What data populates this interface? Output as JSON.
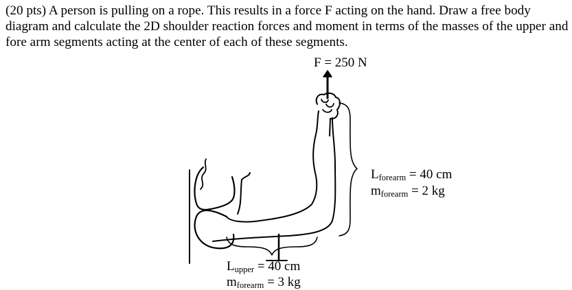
{
  "problem": {
    "points": "(20 pts)",
    "text": "A person is pulling on a rope. This results in a force F acting on the hand. Draw a free body diagram and calculate the 2D shoulder reaction forces and moment in terms of the masses of the upper and fore arm segments acting at the center of each of these segments."
  },
  "figure": {
    "force_label": "F = 250 N",
    "forearm": {
      "length_symbol": "L",
      "length_subscript": "forearm",
      "length_value": "= 40 cm",
      "mass_symbol": "m",
      "mass_subscript": "forearm",
      "mass_value": "= 2 kg"
    },
    "upper": {
      "length_symbol": "L",
      "length_subscript": "upper",
      "length_value": "= 40 cm",
      "mass_symbol": "m",
      "mass_subscript": "forearm",
      "mass_value": "= 3 kg"
    }
  }
}
